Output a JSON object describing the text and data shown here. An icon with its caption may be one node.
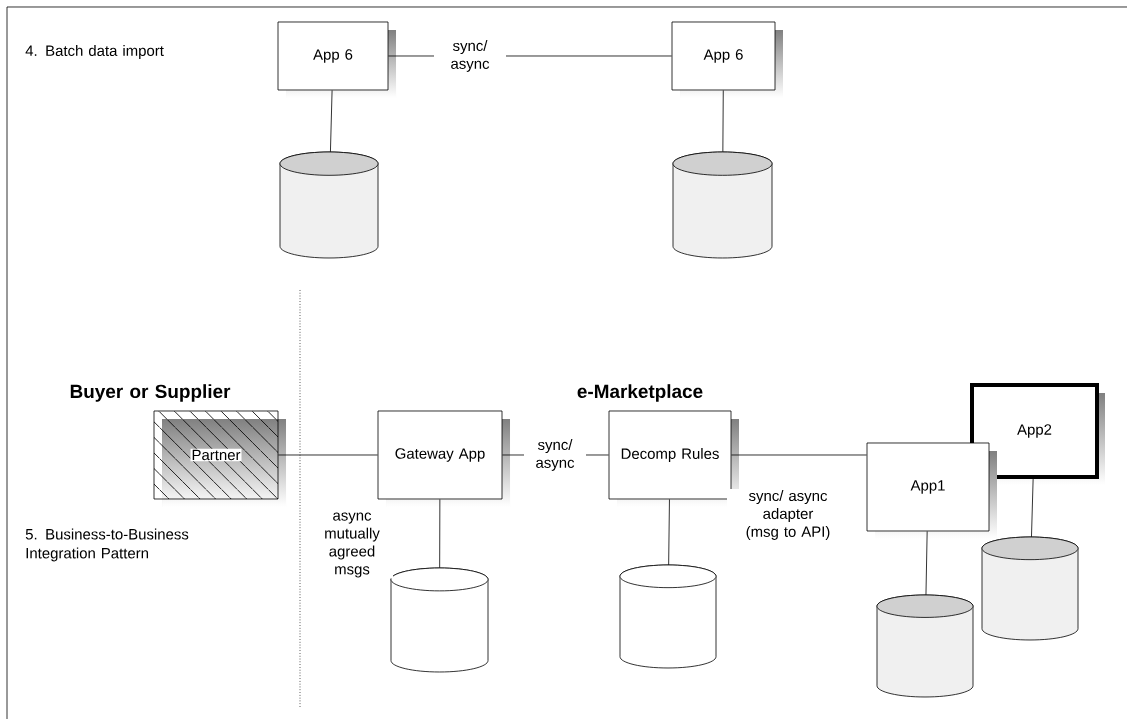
{
  "diagram": {
    "nodes": [
      {
        "text": [
          "App 6"
        ]
      },
      {
        "text": [
          "App 6"
        ]
      },
      {
        "text": [],
        "shape": "cylinder"
      },
      {
        "text": [],
        "shape": "cylinder"
      },
      {
        "text": [
          "Partner"
        ]
      },
      {
        "text": [
          "Gateway App"
        ]
      },
      {
        "text": [],
        "shape": "cylinder"
      },
      {
        "text": [
          "Decomp Rules"
        ]
      },
      {
        "text": [],
        "shape": "cylinder"
      },
      {
        "text": [
          "App1"
        ]
      },
      {
        "text": [
          "App2"
        ]
      },
      {
        "text": [],
        "shape": "cylinder"
      },
      {
        "text": [],
        "shape": "cylinder"
      }
    ],
    "edges": [
      {
        "from": 0,
        "to": 1,
        "arrow": "none",
        "label": "sync/ async"
      },
      {
        "from": 0,
        "to": 2,
        "arrow": "none"
      },
      {
        "from": 1,
        "to": 3,
        "arrow": "none"
      },
      {
        "from": 4,
        "to": 5,
        "arrow": "none",
        "label": "async mutually agreed msgs"
      },
      {
        "from": 5,
        "to": 7,
        "arrow": "none",
        "label": "sync/ async"
      },
      {
        "from": 5,
        "to": 6,
        "arrow": "none"
      },
      {
        "from": 7,
        "to": 8,
        "arrow": "none"
      },
      {
        "from": 7,
        "to": 9,
        "arrow": "none",
        "label": "sync/ async adapter (msg to API)"
      },
      {
        "from": 9,
        "to": 11,
        "arrow": "none"
      },
      {
        "from": 10,
        "to": 12,
        "arrow": "none"
      }
    ],
    "labels": [
      "4. Batch data import",
      "Buyer or Supplier",
      "e-Marketplace",
      "5. Business-to-Business Integration Pattern"
    ]
  }
}
